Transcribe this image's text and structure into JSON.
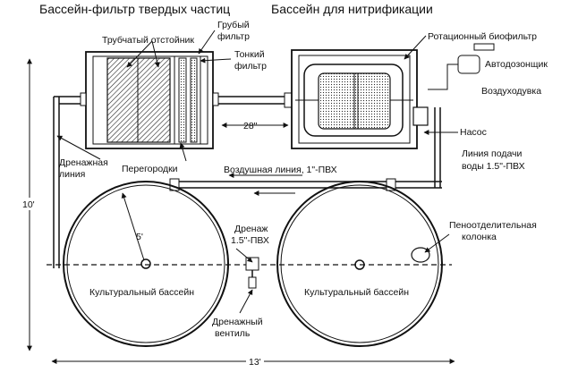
{
  "titles": {
    "left": "Бассейн-фильтр твердых частиц",
    "right": "Бассейн для нитрификации"
  },
  "labels": {
    "tube_settler": "Трубчатый отстойник",
    "coarse_filter_1": "Грубый",
    "coarse_filter_2": "фильтр",
    "fine_filter_1": "Тонкий",
    "fine_filter_2": "фильтр",
    "rotating_biofilter": "Ротационный биофильтр",
    "autodoser": "Автодозонщик",
    "blower": "Воздуходувка",
    "pump": "Насос",
    "feed_line_1": "Линия подачи",
    "feed_line_2": "воды 1.5\"-ПВХ",
    "drain_line_1": "Дренажная",
    "drain_line_2": "линия",
    "partitions": "Перегородки",
    "air_line": "Воздушная линия, 1\"-ПВХ",
    "drain_pipe_1": "Дренаж",
    "drain_pipe_2": "1.5\"-ПВХ",
    "foam_column_1": "Пеноотделительная",
    "foam_column_2": "колонка",
    "culture_tank_left": "Культуральный бассейн",
    "culture_tank_right": "Культуральный бассейн",
    "drain_valve_1": "Дренажный",
    "drain_valve_2": "вентиль"
  },
  "dimensions": {
    "gap": "28\"",
    "radius": "5'",
    "height": "10'",
    "width": "13'"
  }
}
